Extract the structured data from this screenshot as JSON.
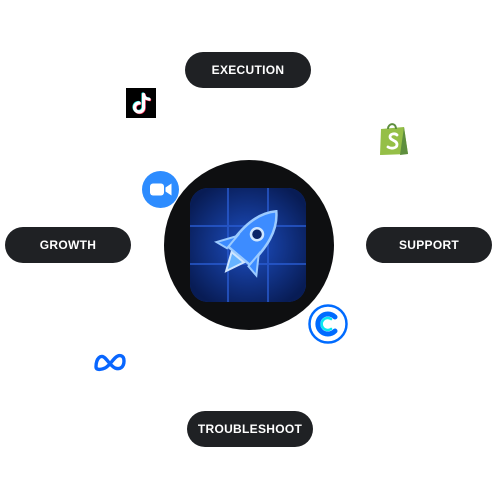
{
  "pills": {
    "execution": "EXECUTION",
    "growth": "GROWTH",
    "support": "SUPPORT",
    "troubleshoot": "TROUBLESHOOT"
  },
  "icons": {
    "center": "rocket-icon",
    "tiktok": "tiktok-icon",
    "shopify": "shopify-icon",
    "zoom": "zoom-icon",
    "calendly": "calendly-icon",
    "meta": "meta-icon"
  },
  "colors": {
    "pill_bg": "#1f2124",
    "hub_bg": "#0e0f11",
    "tile_bg": "#0a2468",
    "rocket": "#5aa6ff",
    "zoom": "#2d8cff",
    "shopify": "#95bf47",
    "calendly": "#006bff",
    "meta": "#0866ff"
  }
}
